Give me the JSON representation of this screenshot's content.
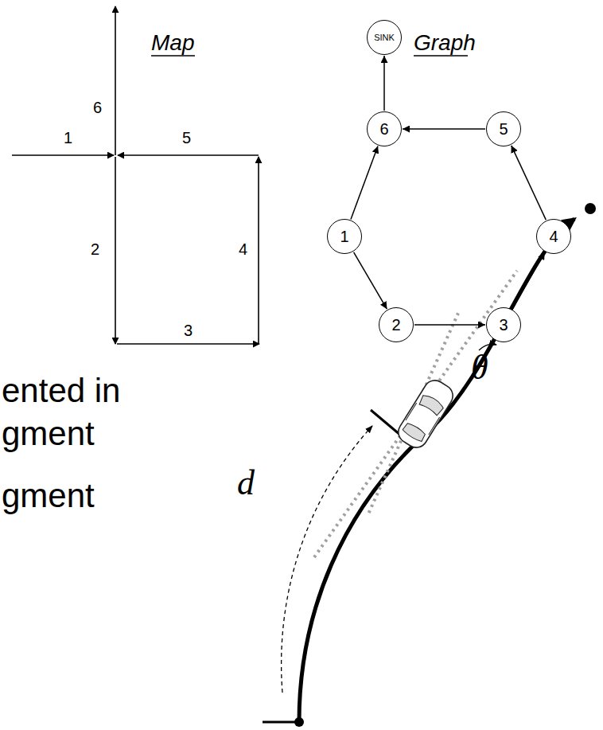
{
  "diagram": {
    "nodes": [
      {
        "text": [
          "SINK"
        ]
      },
      {
        "text": [
          "6"
        ]
      },
      {
        "text": [
          "5"
        ]
      },
      {
        "text": [
          "1"
        ]
      },
      {
        "text": [
          "4"
        ]
      },
      {
        "text": [
          "2"
        ]
      },
      {
        "text": [
          "3"
        ]
      }
    ],
    "edges": [
      {
        "from": 3,
        "to": 1,
        "arrow": "to"
      },
      {
        "from": 3,
        "to": 5,
        "arrow": "to"
      },
      {
        "from": 5,
        "to": 6,
        "arrow": "to"
      },
      {
        "from": 6,
        "to": 4,
        "arrow": "to"
      },
      {
        "from": 4,
        "to": 2,
        "arrow": "to"
      },
      {
        "from": 2,
        "to": 1,
        "arrow": "to"
      },
      {
        "from": 1,
        "to": 0,
        "arrow": "to"
      }
    ],
    "labels": [
      "Map",
      "Graph",
      "6",
      "1",
      "5",
      "2",
      "4",
      "3",
      "ented in",
      "gment",
      "gment",
      "d",
      "θ"
    ]
  }
}
